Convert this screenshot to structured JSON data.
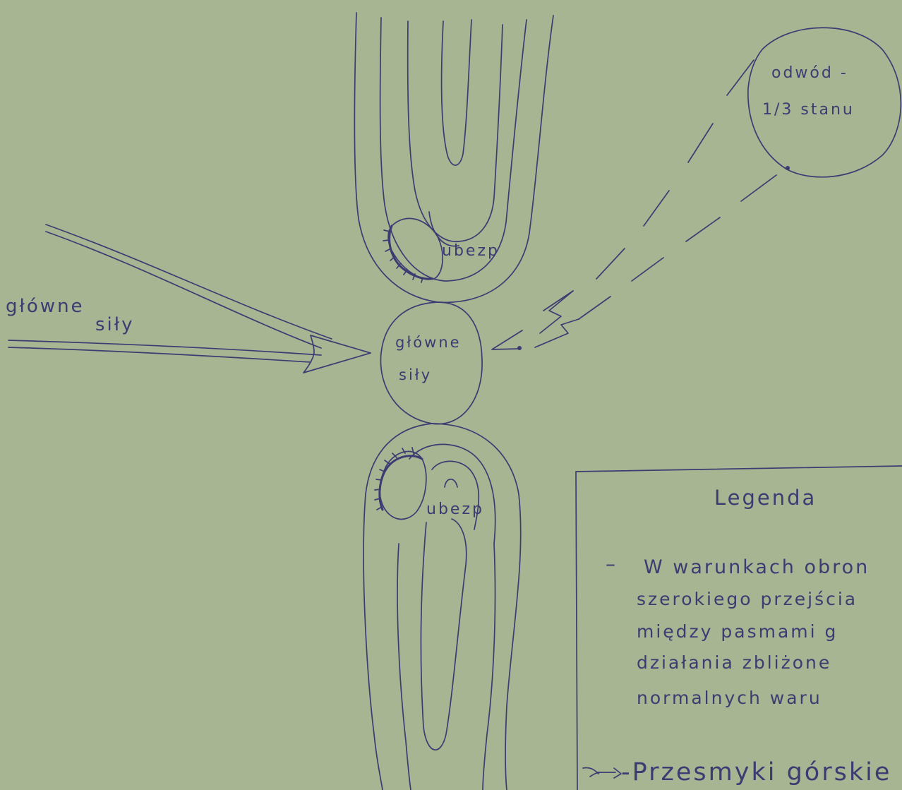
{
  "labels": {
    "reserve_line1": "odwód -",
    "reserve_line2": "1/3 stanu",
    "main_forces_left_1": "główne",
    "main_forces_left_2": "siły",
    "main_forces_center_1": "główne",
    "main_forces_center_2": "siły",
    "security_top": "ubezp",
    "security_bottom": "ubezp"
  },
  "legend": {
    "title": "Legenda",
    "bullet": "–",
    "lines": [
      "W warunkach obron",
      "szerokiego przejścia",
      "między pasmami g",
      "działania zbliżone",
      "normalnych waru"
    ],
    "pass_symbol_label": "-Przesmyki górskie"
  },
  "colors": {
    "paper": "#a7b593",
    "ink": "#3c3c72"
  }
}
